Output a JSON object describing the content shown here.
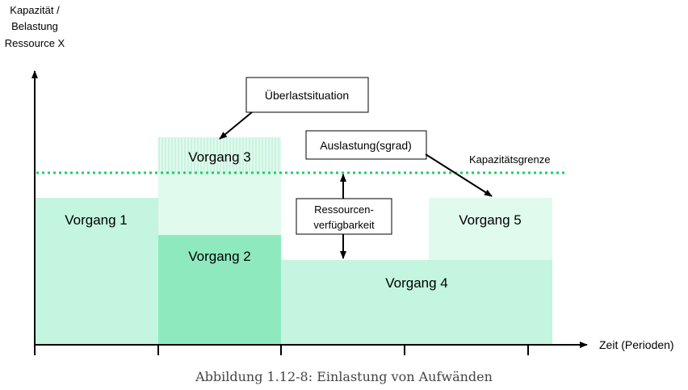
{
  "axis": {
    "y_label_line1": "Kapazität /",
    "y_label_line2": "Belastung",
    "y_label_line3": "Ressource X",
    "x_label": "Zeit (Perioden)"
  },
  "blocks": {
    "vorgang1": "Vorgang 1",
    "vorgang2": "Vorgang 2",
    "vorgang3": "Vorgang 3",
    "vorgang4": "Vorgang 4",
    "vorgang5": "Vorgang 5"
  },
  "labels": {
    "capacity_limit": "Kapazitätsgrenze",
    "overload": "Überlastsituation",
    "utilization": "Auslastung(sgrad)",
    "availability_line1": "Ressourcen-",
    "availability_line2": "verfügbarkeit"
  },
  "caption": "Abbildung 1.12-8: Einlastung von Aufwänden",
  "colors": {
    "light_green": "#c3f5e0",
    "pale_green": "#e0faee",
    "medium_green": "#8eeabe",
    "limit_line": "#22cc6e",
    "axis": "#000000"
  }
}
